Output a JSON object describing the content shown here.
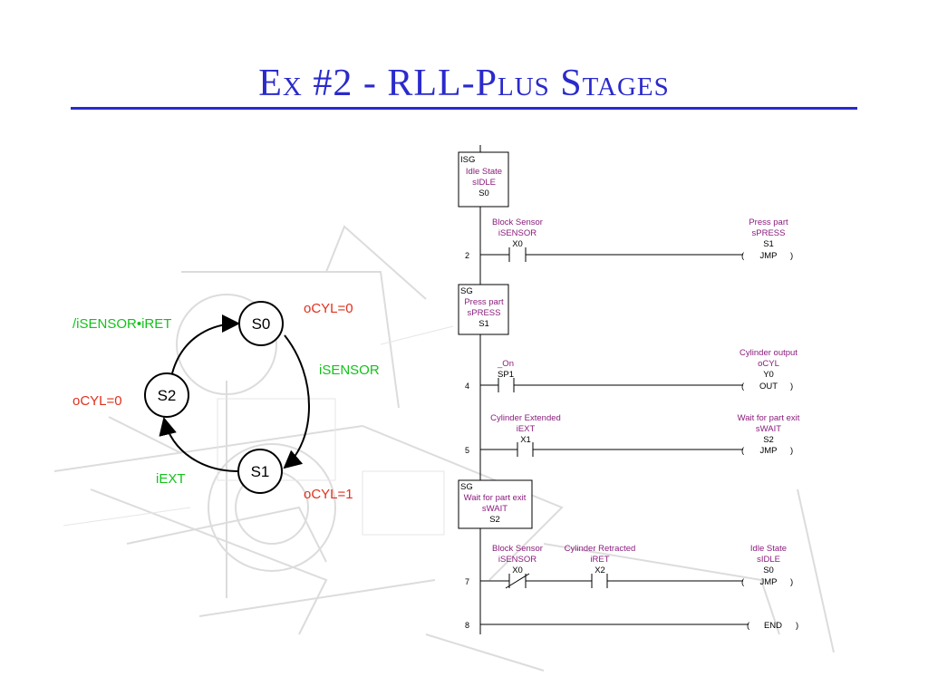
{
  "title": "Ex #2 - RLL-Plus Stages",
  "state_diagram": {
    "states": [
      "S0",
      "S1",
      "S2"
    ],
    "transitions": {
      "s2_to_s0": "/iSENSOR•iRET",
      "s0_to_s1": "iSENSOR",
      "s1_to_s2": "iEXT"
    },
    "outputs": {
      "s0": "oCYL=0",
      "s1": "oCYL=1",
      "s2": "oCYL=0"
    }
  },
  "ladder": {
    "stages": [
      {
        "tag": "ISG",
        "name": "Idle State",
        "nick": "sIDLE",
        "addr": "S0"
      },
      {
        "tag": "SG",
        "name": "Press part",
        "nick": "sPRESS",
        "addr": "S1"
      },
      {
        "tag": "SG",
        "name": "Wait for part exit",
        "nick": "sWAIT",
        "addr": "S2"
      }
    ],
    "rungs": {
      "r2": {
        "num": "2",
        "contact": {
          "name": "Block Sensor",
          "nick": "iSENSOR",
          "addr": "X0"
        },
        "coil": {
          "name": "Press part",
          "nick": "sPRESS",
          "addr": "S1",
          "op": "JMP"
        }
      },
      "r4": {
        "num": "4",
        "contact": {
          "name": "_On",
          "addr": "SP1"
        },
        "coil": {
          "name": "Cylinder output",
          "nick": "oCYL",
          "addr": "Y0",
          "op": "OUT"
        }
      },
      "r5": {
        "num": "5",
        "contact": {
          "name": "Cylinder Extended",
          "nick": "iEXT",
          "addr": "X1"
        },
        "coil": {
          "name": "Wait for part exit",
          "nick": "sWAIT",
          "addr": "S2",
          "op": "JMP"
        }
      },
      "r7": {
        "num": "7",
        "contact1": {
          "name": "Block Sensor",
          "nick": "iSENSOR",
          "addr": "X0"
        },
        "contact2": {
          "name": "Cylinder Retracted",
          "nick": "iRET",
          "addr": "X2"
        },
        "coil": {
          "name": "Idle State",
          "nick": "sIDLE",
          "addr": "S0",
          "op": "JMP"
        }
      },
      "r8": {
        "num": "8",
        "op": "END"
      }
    }
  },
  "colors": {
    "title": "#2a2acc",
    "output_text": "#e0301e",
    "transition_text": "#12c21a",
    "ladder_label": "#8a1c7c",
    "background_sketch": "#d9d9d9"
  }
}
